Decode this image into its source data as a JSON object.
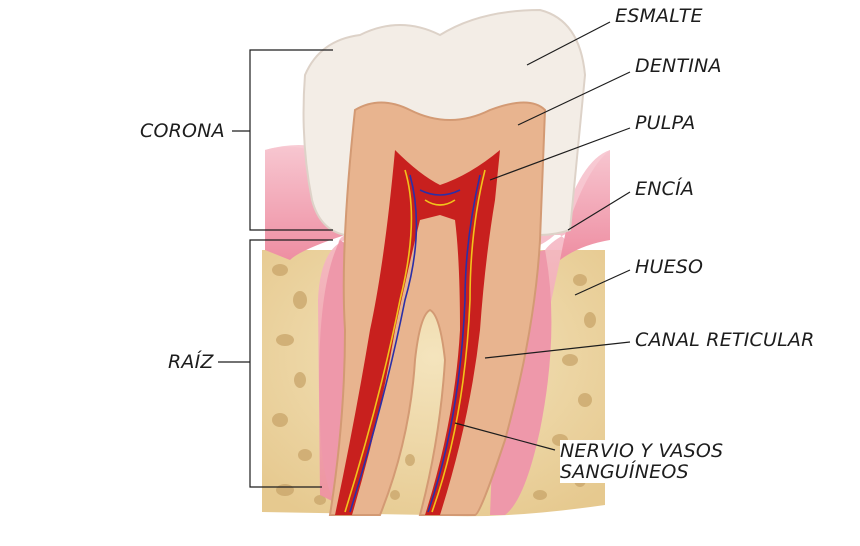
{
  "title": "Anatomía del diente",
  "labels": {
    "esmalte": "ESMALTE",
    "dentina": "DENTINA",
    "pulpa": "PULPA",
    "encia": "ENCÍA",
    "hueso": "HUESO",
    "canal": "CANAL RETICULAR",
    "nervio_line1": "NERVIO Y VASOS",
    "nervio_line2": "SANGUÍNEOS",
    "corona": "CORONA",
    "raiz": "RAÍZ"
  },
  "colors": {
    "enamel": "#f3ede6",
    "dentin": "#e8b48f",
    "pulp": "#c8201e",
    "gum": "#f2a3b3",
    "bone": "#efd9a8",
    "nerve": "#f2c21b",
    "vessel": "#2b2fa8"
  }
}
